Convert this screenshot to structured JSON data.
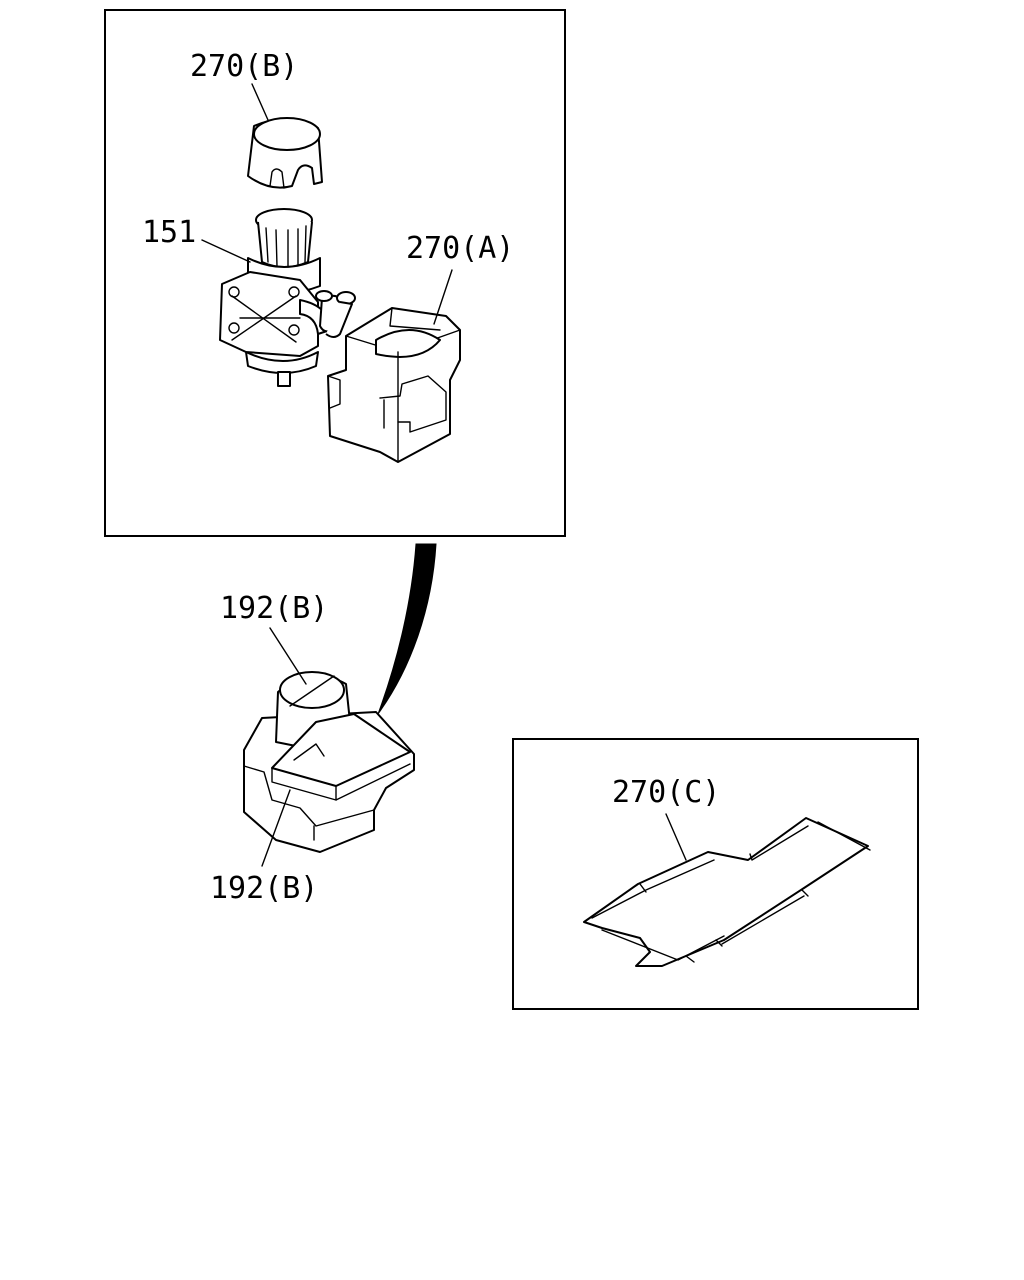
{
  "labels": {
    "cap_top": "270(B)",
    "valve": "151",
    "cover_a": "270(A)",
    "cover_assembly_top": "192(B)",
    "cover_assembly_bottom": "192(B)",
    "sheet_c": "270(C)"
  },
  "colors": {
    "line": "#000000",
    "background": "#ffffff"
  }
}
